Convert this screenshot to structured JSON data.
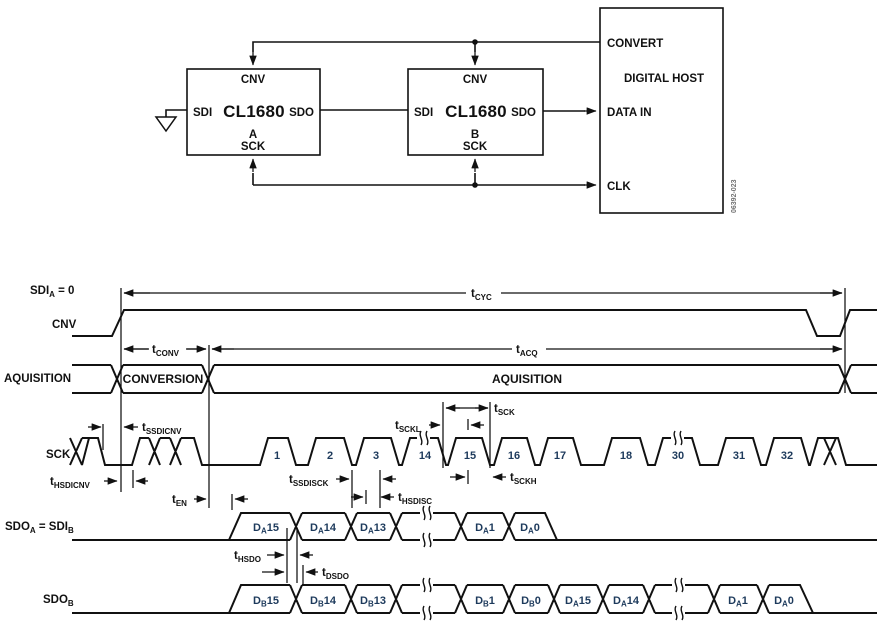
{
  "colors": {
    "line": "#111111",
    "accent_text": "#1d3a5c",
    "figure_gray": "#707070",
    "background": "#ffffff"
  },
  "block": {
    "chips": [
      {
        "part": "CL1680",
        "unit": "A"
      },
      {
        "part": "CL1680",
        "unit": "B"
      }
    ],
    "pins": {
      "cnv": "CNV",
      "sdi": "SDI",
      "sdo": "SDO",
      "sck": "SCK"
    },
    "host": {
      "title": "DIGITAL HOST",
      "convert": "CONVERT",
      "data_in": "DATA IN",
      "clk": "CLK"
    },
    "figure_code": "06392-023"
  },
  "timing": {
    "labels": {
      "sdi_cond": {
        "pre": "SDI",
        "sub": "A",
        "post": " = 0"
      },
      "cnv": "CNV",
      "row_acq": "AQUISITION",
      "sck": "SCK",
      "sdoa": {
        "pre": "SDO",
        "sub1": "A",
        "mid": " = SDI",
        "sub2": "B"
      },
      "sdob": {
        "pre": "SDO",
        "sub": "B"
      }
    },
    "phases": {
      "conversion": "CONVERSION",
      "aquisition": "AQUISITION"
    },
    "params": {
      "t_cyc": {
        "n": "t",
        "s": "CYC"
      },
      "t_conv": {
        "n": "t",
        "s": "CONV"
      },
      "t_acq": {
        "n": "t",
        "s": "ACQ"
      },
      "t_ssdicnv": {
        "n": "t",
        "s": "SSDICNV"
      },
      "t_hsdicnv": {
        "n": "t",
        "s": "HSDICNV"
      },
      "t_en": {
        "n": "t",
        "s": "EN"
      },
      "t_ssdisck": {
        "n": "t",
        "s": "SSDISCK"
      },
      "t_hsdisc": {
        "n": "t",
        "s": "HSDISC"
      },
      "t_sckl": {
        "n": "t",
        "s": "SCKL"
      },
      "t_sck": {
        "n": "t",
        "s": "SCK"
      },
      "t_sckh": {
        "n": "t",
        "s": "SCKH"
      },
      "t_hsdo": {
        "n": "t",
        "s": "HSDO"
      },
      "t_dsdo": {
        "n": "t",
        "s": "DSDO"
      }
    },
    "sck_numbers": [
      "1",
      "2",
      "3",
      "14",
      "15",
      "16",
      "17",
      "18",
      "30",
      "31",
      "32"
    ],
    "sdoa_bits": [
      {
        "p": "D",
        "s": "A",
        "n": "15"
      },
      {
        "p": "D",
        "s": "A",
        "n": "14"
      },
      {
        "p": "D",
        "s": "A",
        "n": "13"
      },
      {
        "p": "D",
        "s": "A",
        "n": "1"
      },
      {
        "p": "D",
        "s": "A",
        "n": "0"
      }
    ],
    "sdob_bits": [
      {
        "p": "D",
        "s": "B",
        "n": "15"
      },
      {
        "p": "D",
        "s": "B",
        "n": "14"
      },
      {
        "p": "D",
        "s": "B",
        "n": "13"
      },
      {
        "p": "D",
        "s": "B",
        "n": "1"
      },
      {
        "p": "D",
        "s": "B",
        "n": "0"
      },
      {
        "p": "D",
        "s": "A",
        "n": "15"
      },
      {
        "p": "D",
        "s": "A",
        "n": "14"
      },
      {
        "p": "D",
        "s": "A",
        "n": "1"
      },
      {
        "p": "D",
        "s": "A",
        "n": "0"
      }
    ]
  }
}
